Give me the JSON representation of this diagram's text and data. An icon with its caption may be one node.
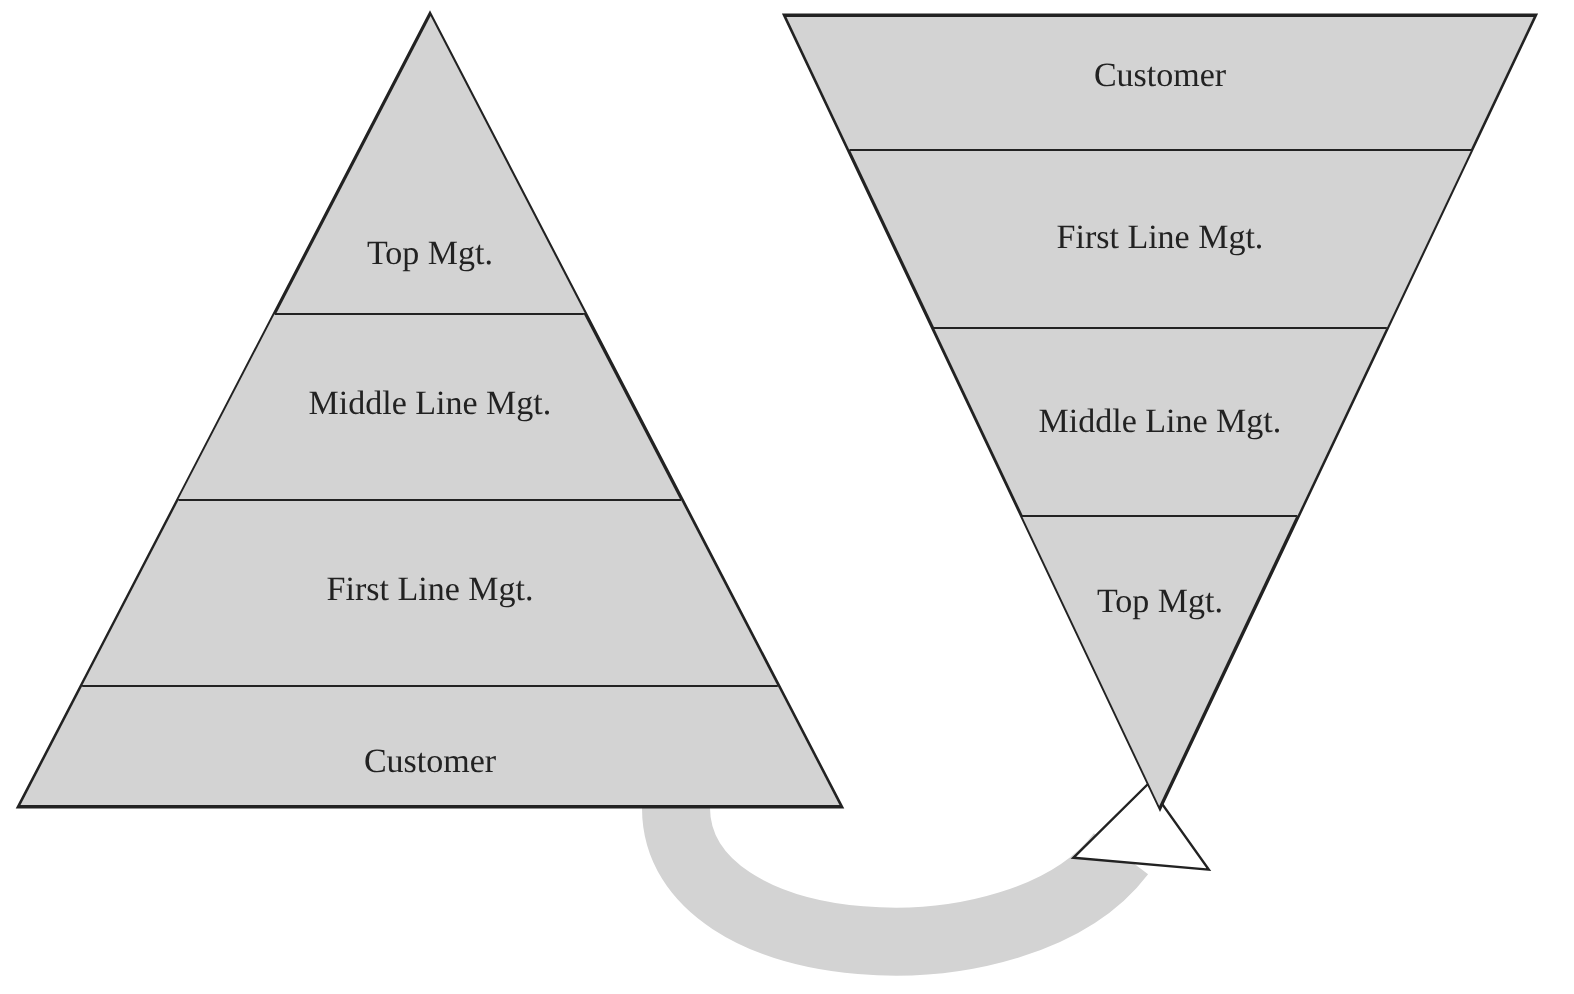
{
  "diagram": {
    "nodes": [
      {
        "text": [],
        "shape": "triangle"
      },
      {
        "text": [
          "Top Mgt."
        ],
        "in": 0
      },
      {
        "text": [
          "Middle Line Mgt."
        ],
        "in": 0
      },
      {
        "text": [
          "First Line Mgt."
        ],
        "in": 0
      },
      {
        "text": [
          "Customer"
        ],
        "in": 0
      },
      {
        "text": [],
        "shape": "triangle"
      },
      {
        "text": [
          "Customer"
        ],
        "in": 5
      },
      {
        "text": [
          "First Line Mgt."
        ],
        "in": 5
      },
      {
        "text": [
          "Middle Line Mgt."
        ],
        "in": 5
      },
      {
        "text": [
          "Top Mgt."
        ],
        "in": 5
      }
    ],
    "edges": [
      {
        "from": 0,
        "to": 5,
        "arrow": "to"
      }
    ]
  }
}
